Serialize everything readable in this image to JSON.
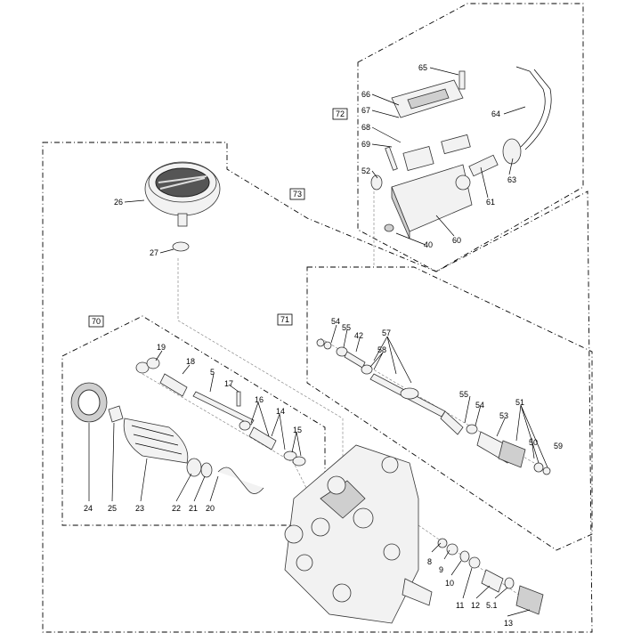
{
  "groups": [
    {
      "id": "70",
      "name": "group-box-70"
    },
    {
      "id": "71",
      "name": "group-box-71"
    },
    {
      "id": "72",
      "name": "group-box-72"
    },
    {
      "id": "73",
      "name": "group-box-73"
    }
  ],
  "part_labels": [
    "65",
    "66",
    "67",
    "68",
    "69",
    "52",
    "64",
    "63",
    "61",
    "60",
    "40",
    "26",
    "27",
    "54",
    "55",
    "42",
    "57",
    "58",
    "55",
    "54",
    "53",
    "51",
    "50",
    "59",
    "19",
    "18",
    "5",
    "17",
    "16",
    "14",
    "15",
    "24",
    "25",
    "23",
    "22",
    "21",
    "20",
    "8",
    "9",
    "10",
    "11",
    "12",
    "5.1",
    "13"
  ]
}
